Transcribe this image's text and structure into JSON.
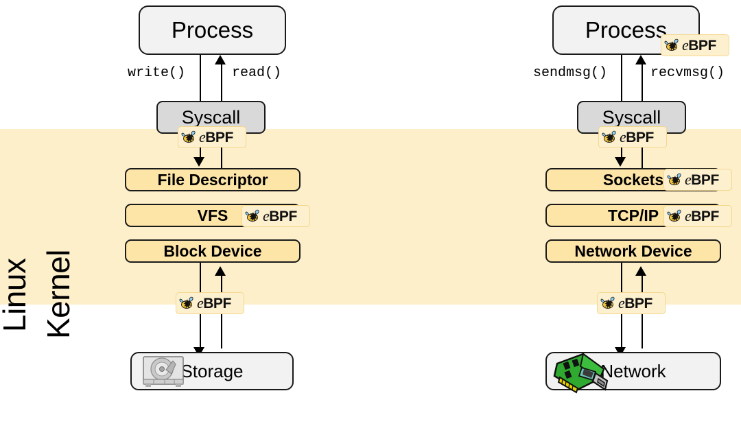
{
  "diagram": {
    "title": "eBPF hook points across Linux storage and network stacks",
    "kernel_band": {
      "word1": "Linux",
      "word2": "Kernel",
      "color": "#feefcb"
    },
    "badge": {
      "icon": "bee-icon",
      "text_e": "e",
      "text_bpf": "BPF",
      "background": "#fdf0cf",
      "border": "#f3d78d"
    },
    "colors": {
      "process_fill": "#f2f2f2",
      "syscall_fill": "#d9d9d9",
      "kernel_box_fill": "#fde4a7",
      "stroke": "#1a1a1a",
      "band": "#feefcb"
    },
    "left_stack": {
      "name": "storage-path",
      "process": "Process",
      "syscall": "Syscall",
      "call_down": "write()",
      "call_up": "read()",
      "layers": [
        "File Descriptor",
        "VFS",
        "Block Device"
      ],
      "endpoint": "Storage",
      "endpoint_icon": "hard-disk-icon"
    },
    "right_stack": {
      "name": "network-path",
      "process": "Process",
      "syscall": "Syscall",
      "call_down": "sendmsg()",
      "call_up": "recvmsg()",
      "layers": [
        "Sockets",
        "TCP/IP",
        "Network Device"
      ],
      "endpoint": "Network",
      "endpoint_icon": "network-card-icon"
    }
  }
}
